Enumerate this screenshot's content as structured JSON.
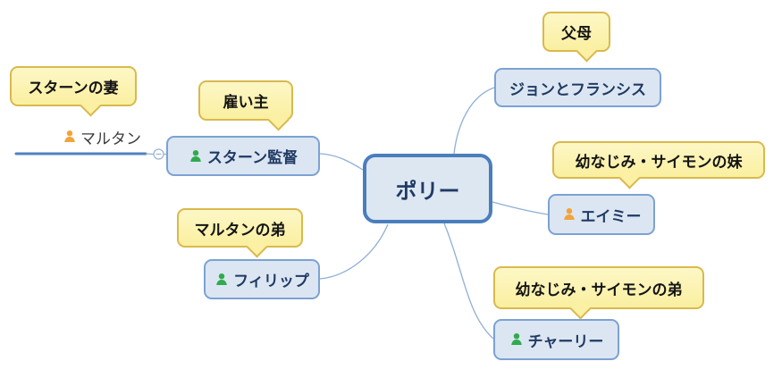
{
  "palette": {
    "node_fill": "#dce6f2",
    "node_border": "#7ba2d4",
    "center_border": "#4a7ebc",
    "node_text": "#1f3a64",
    "callout_fill": "#fcf3ad",
    "callout_border": "#d9b94d",
    "callout_text": "#141414",
    "icon_green": "#2fab4f",
    "icon_orange": "#f2a33a",
    "thick_line_blue": "#4f81bd",
    "connector_blue": "#8fafd6"
  },
  "center": {
    "label": "ポリー"
  },
  "topics": {
    "stern": {
      "label": "スターン監督"
    },
    "martan": {
      "label": "マルタン"
    },
    "philip": {
      "label": "フィリップ"
    },
    "john_francis": {
      "label": "ジョンとフランシス"
    },
    "amy": {
      "label": "エイミー"
    },
    "charlie": {
      "label": "チャーリー"
    }
  },
  "callouts": {
    "stern_wife": {
      "label": "スターンの妻"
    },
    "employer": {
      "label": "雇い主"
    },
    "martan_brother": {
      "label": "マルタンの弟"
    },
    "parents": {
      "label": "父母"
    },
    "amy_note": {
      "label": "幼なじみ・サイモンの妹"
    },
    "charlie_note": {
      "label": "幼なじみ・サイモンの弟"
    }
  }
}
